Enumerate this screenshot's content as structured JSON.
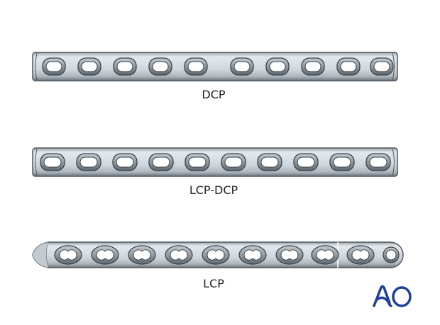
{
  "plates": [
    {
      "label": "DCP",
      "holes": 10,
      "hole_type": "oval"
    },
    {
      "label": "LCP-DCP",
      "holes": 10,
      "hole_type": "oval"
    },
    {
      "label": "LCP",
      "holes": 10,
      "hole_type": "combi"
    }
  ],
  "logo": {
    "text": "AO",
    "color": "#1f3f99"
  },
  "colors": {
    "plate_fill": "#d3d9de",
    "plate_edge": "#5a646c",
    "hole_rim": "#8a959e"
  }
}
